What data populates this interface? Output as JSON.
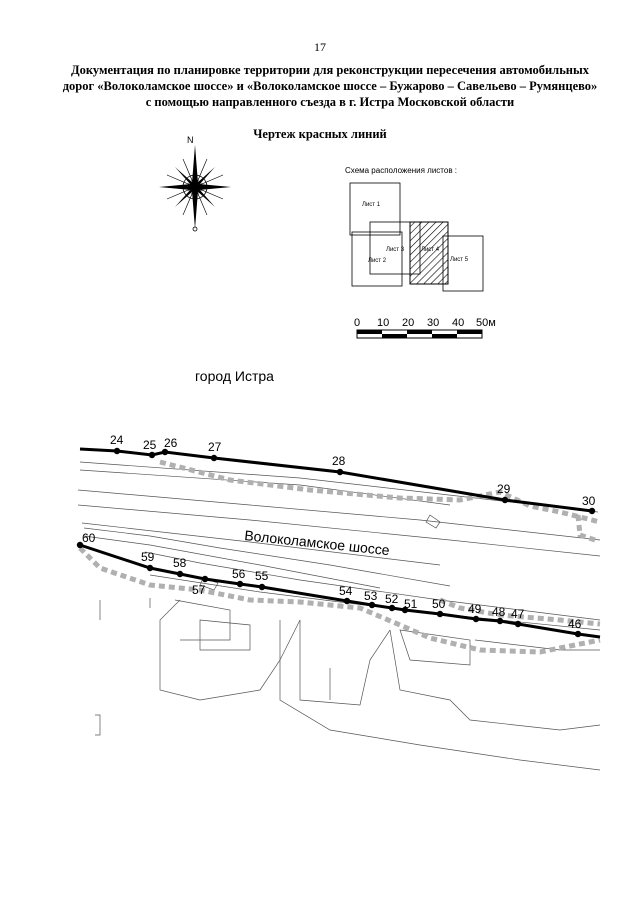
{
  "page_number": "17",
  "document_title": "Документация по планировке территории для реконструкции пересечения автомобильных дорог «Волоколамское шоссе» и «Волоколамское шоссе – Бужарово – Савельево – Румянцево» с помощью направленного съезда в г. Истра Московской области",
  "drawing_title": "Чертеж красных линий",
  "compass": {
    "north_label": "N",
    "icon": "compass-rose-icon"
  },
  "sheet_scheme": {
    "title": "Схема расположения листов :",
    "sheets": [
      {
        "label": "Лист 1",
        "highlighted": false
      },
      {
        "label": "Лист 2",
        "highlighted": false
      },
      {
        "label": "Лист 3",
        "highlighted": false
      },
      {
        "label": "Лист 4",
        "highlighted": true
      },
      {
        "label": "Лист 5",
        "highlighted": false
      }
    ]
  },
  "scale_bar": {
    "ticks": [
      "0",
      "10",
      "20",
      "30",
      "40",
      "50м"
    ]
  },
  "city_label": "город Истра",
  "road_label": "Волоколамское шоссе",
  "red_line_points": {
    "north": [
      "24",
      "25",
      "26",
      "27",
      "28",
      "29",
      "30"
    ],
    "south": [
      "60",
      "59",
      "58",
      "57",
      "56",
      "55",
      "54",
      "53",
      "52",
      "51",
      "50",
      "49",
      "48",
      "47",
      "46"
    ]
  },
  "colors": {
    "line": "#000000",
    "hatch_dashes": "#b0b0b0",
    "thin_lines": "#555555"
  }
}
